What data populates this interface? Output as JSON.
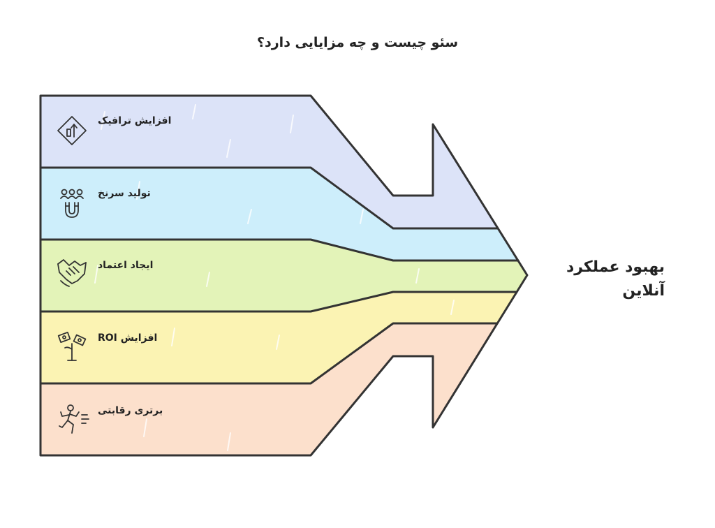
{
  "title": "سئو چیست و چه مزایایی دارد؟",
  "outcome": {
    "line1": "بهبود عملکرد",
    "line2": "آنلاین"
  },
  "bands": [
    {
      "label": "افزایش ترافیک",
      "icon": "traffic-sign-icon",
      "color": "#dce3f8"
    },
    {
      "label": "تولید سرنخ",
      "icon": "people-magnet-icon",
      "color": "#cdeefb"
    },
    {
      "label": "ایجاد اعتماد",
      "icon": "handshake-icon",
      "color": "#e3f3b8"
    },
    {
      "label": "افزایش ROI",
      "icon": "money-plant-icon",
      "color": "#fbf3b3"
    },
    {
      "label": "برتری رقابتی",
      "icon": "running-person-icon",
      "color": "#fce0cc"
    }
  ],
  "colors": {
    "stroke": "#333333",
    "text": "#222222"
  }
}
